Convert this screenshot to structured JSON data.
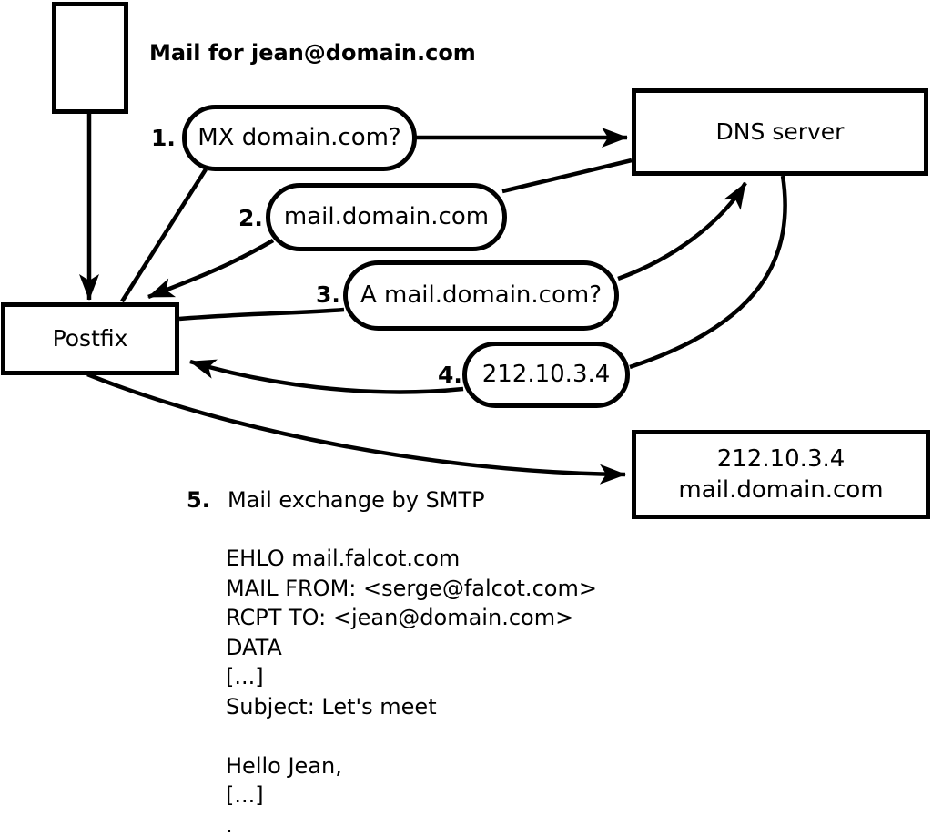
{
  "diagram": {
    "title": "Mail for jean@domain.com",
    "nodes": {
      "postfix": {
        "label": "Postfix"
      },
      "dns_server": {
        "label": "DNS server"
      },
      "mail_server": {
        "line1": "212.10.3.4",
        "line2": "mail.domain.com"
      }
    },
    "steps": [
      {
        "num": "1.",
        "label": "MX domain.com?"
      },
      {
        "num": "2.",
        "label": "mail.domain.com"
      },
      {
        "num": "3.",
        "label": "A mail.domain.com?"
      },
      {
        "num": "4.",
        "label": "212.10.3.4"
      },
      {
        "num": "5.",
        "label": "Mail exchange by SMTP"
      }
    ],
    "smtp_session": {
      "lines": [
        "EHLO mail.falcot.com",
        "MAIL FROM: <serge@falcot.com>",
        "RCPT TO: <jean@domain.com>",
        "DATA",
        "[...]",
        "Subject: Let's meet",
        "",
        "Hello Jean,",
        "[...]",
        "."
      ]
    },
    "colors": {
      "stroke": "#000000",
      "background": "#ffffff"
    }
  }
}
